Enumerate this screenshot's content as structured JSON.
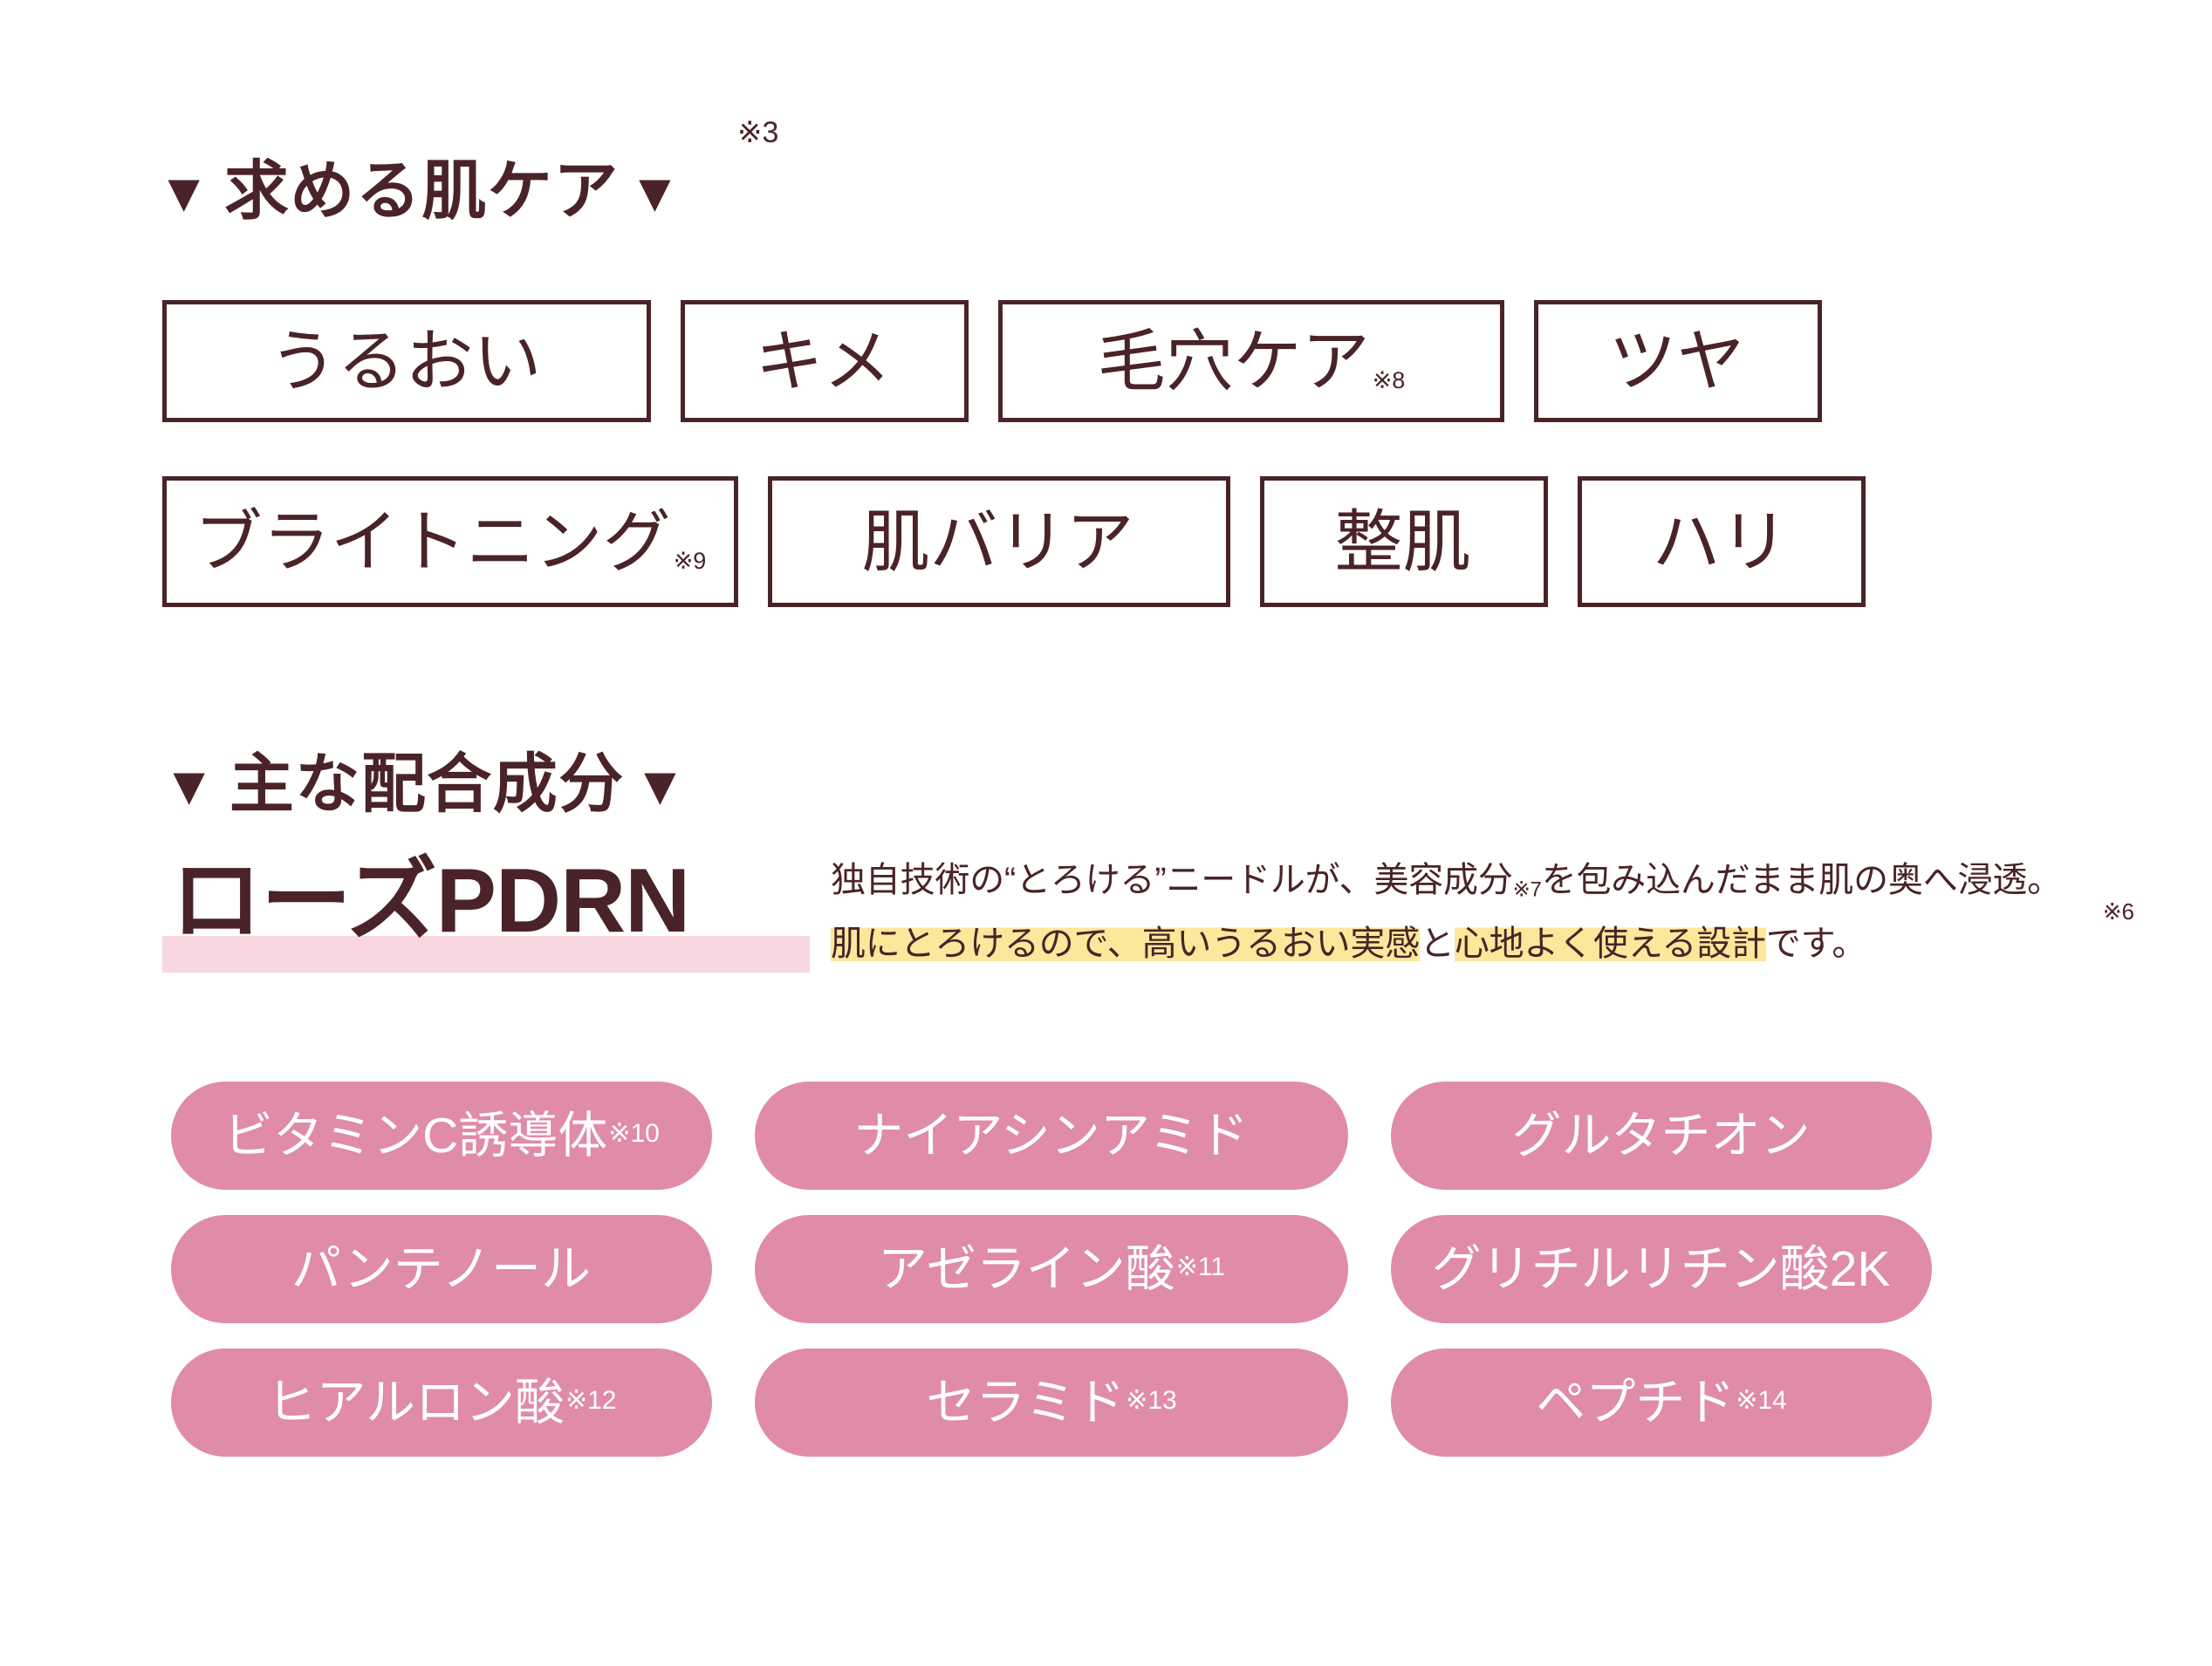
{
  "sections": {
    "care": {
      "heading": "求める肌ケア",
      "triangle_left": "▼",
      "triangle_right": "▼",
      "row1": [
        {
          "label": "うるおい",
          "sup": ""
        },
        {
          "label": "キメ",
          "sup": ""
        },
        {
          "label": "毛穴ケア",
          "sup": "※8"
        },
        {
          "label": "ツヤ",
          "sup": ""
        }
      ],
      "row2": [
        {
          "label": "ブライトニング",
          "sup": "※9"
        },
        {
          "label": "肌バリア",
          "sup": ""
        },
        {
          "label": "整肌",
          "sup": ""
        },
        {
          "label": "ハリ",
          "sup": ""
        }
      ]
    },
    "ingredients": {
      "heading": "主な配合成分",
      "triangle_left": "▼",
      "triangle_right": "▼",
      "feature": {
        "title": "ローズPDRN",
        "sup": "※3",
        "highlight_color": "#F9D7E1"
      },
      "description": {
        "line1_part1": "独自技術の“とろける”ニードルが、美容成分",
        "line1_sup": "※7",
        "line1_part2": "を包み込んだまま肌の奥へ浸透。",
        "line1_trailing_sup": "※6",
        "line2_hl1": "肌にとろけるので、",
        "line2_hl2": "高いうるおい実感",
        "line2_mid": "と",
        "line2_hl3": "心地よく使える設計",
        "line2_tail": "です。",
        "highlight_color": "#FCE79B"
      },
      "pills": [
        {
          "label": "ビタミンC誘導体",
          "sup": "※10"
        },
        {
          "label": "ナイアシンアミド",
          "sup": ""
        },
        {
          "label": "グルタチオン",
          "sup": ""
        },
        {
          "label": "パンテノール",
          "sup": ""
        },
        {
          "label": "アゼライン酸",
          "sup": "※11"
        },
        {
          "label": "グリチルリチン酸2K",
          "sup": ""
        },
        {
          "label": "ヒアルロン酸",
          "sup": "※12"
        },
        {
          "label": "セラミド",
          "sup": "※13"
        },
        {
          "label": "ペプチド",
          "sup": "※14"
        }
      ],
      "pill_color": "#E08BA8",
      "pill_text_color": "#FFFFFF"
    }
  },
  "colors": {
    "text_dark": "#4A2328",
    "background": "#FFFFFF",
    "pink_accent": "#E08BA8",
    "pink_highlight": "#F9D7E1",
    "yellow_highlight": "#FCE79B"
  }
}
